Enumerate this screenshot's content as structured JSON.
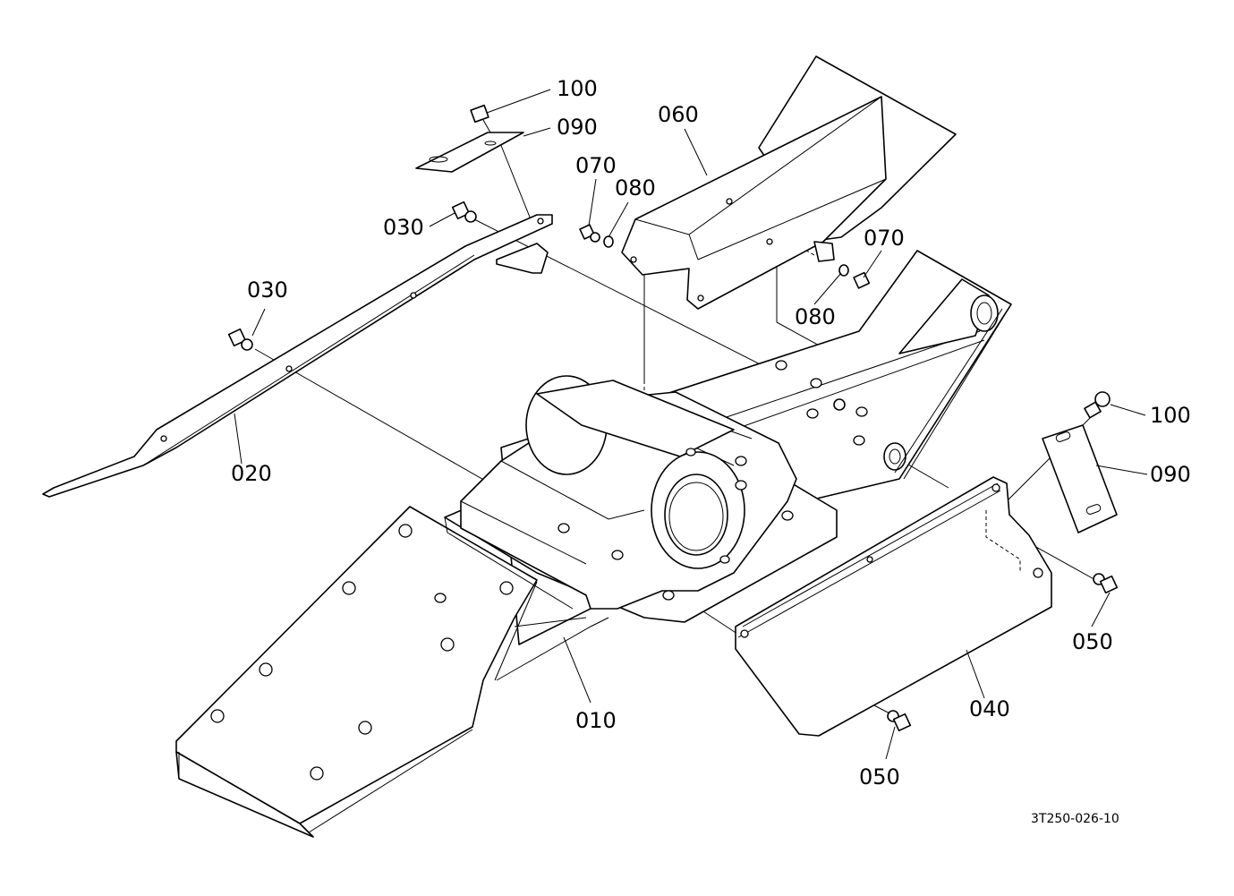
{
  "diagram": {
    "drawing_code": "3T250-026-10",
    "callouts": {
      "c010": "010",
      "c020": "020",
      "c030a": "030",
      "c030b": "030",
      "c040": "040",
      "c050a": "050",
      "c050b": "050",
      "c060": "060",
      "c070a": "070",
      "c070b": "070",
      "c080a": "080",
      "c080b": "080",
      "c090a": "090",
      "c090b": "090",
      "c100a": "100",
      "c100b": "100"
    }
  }
}
